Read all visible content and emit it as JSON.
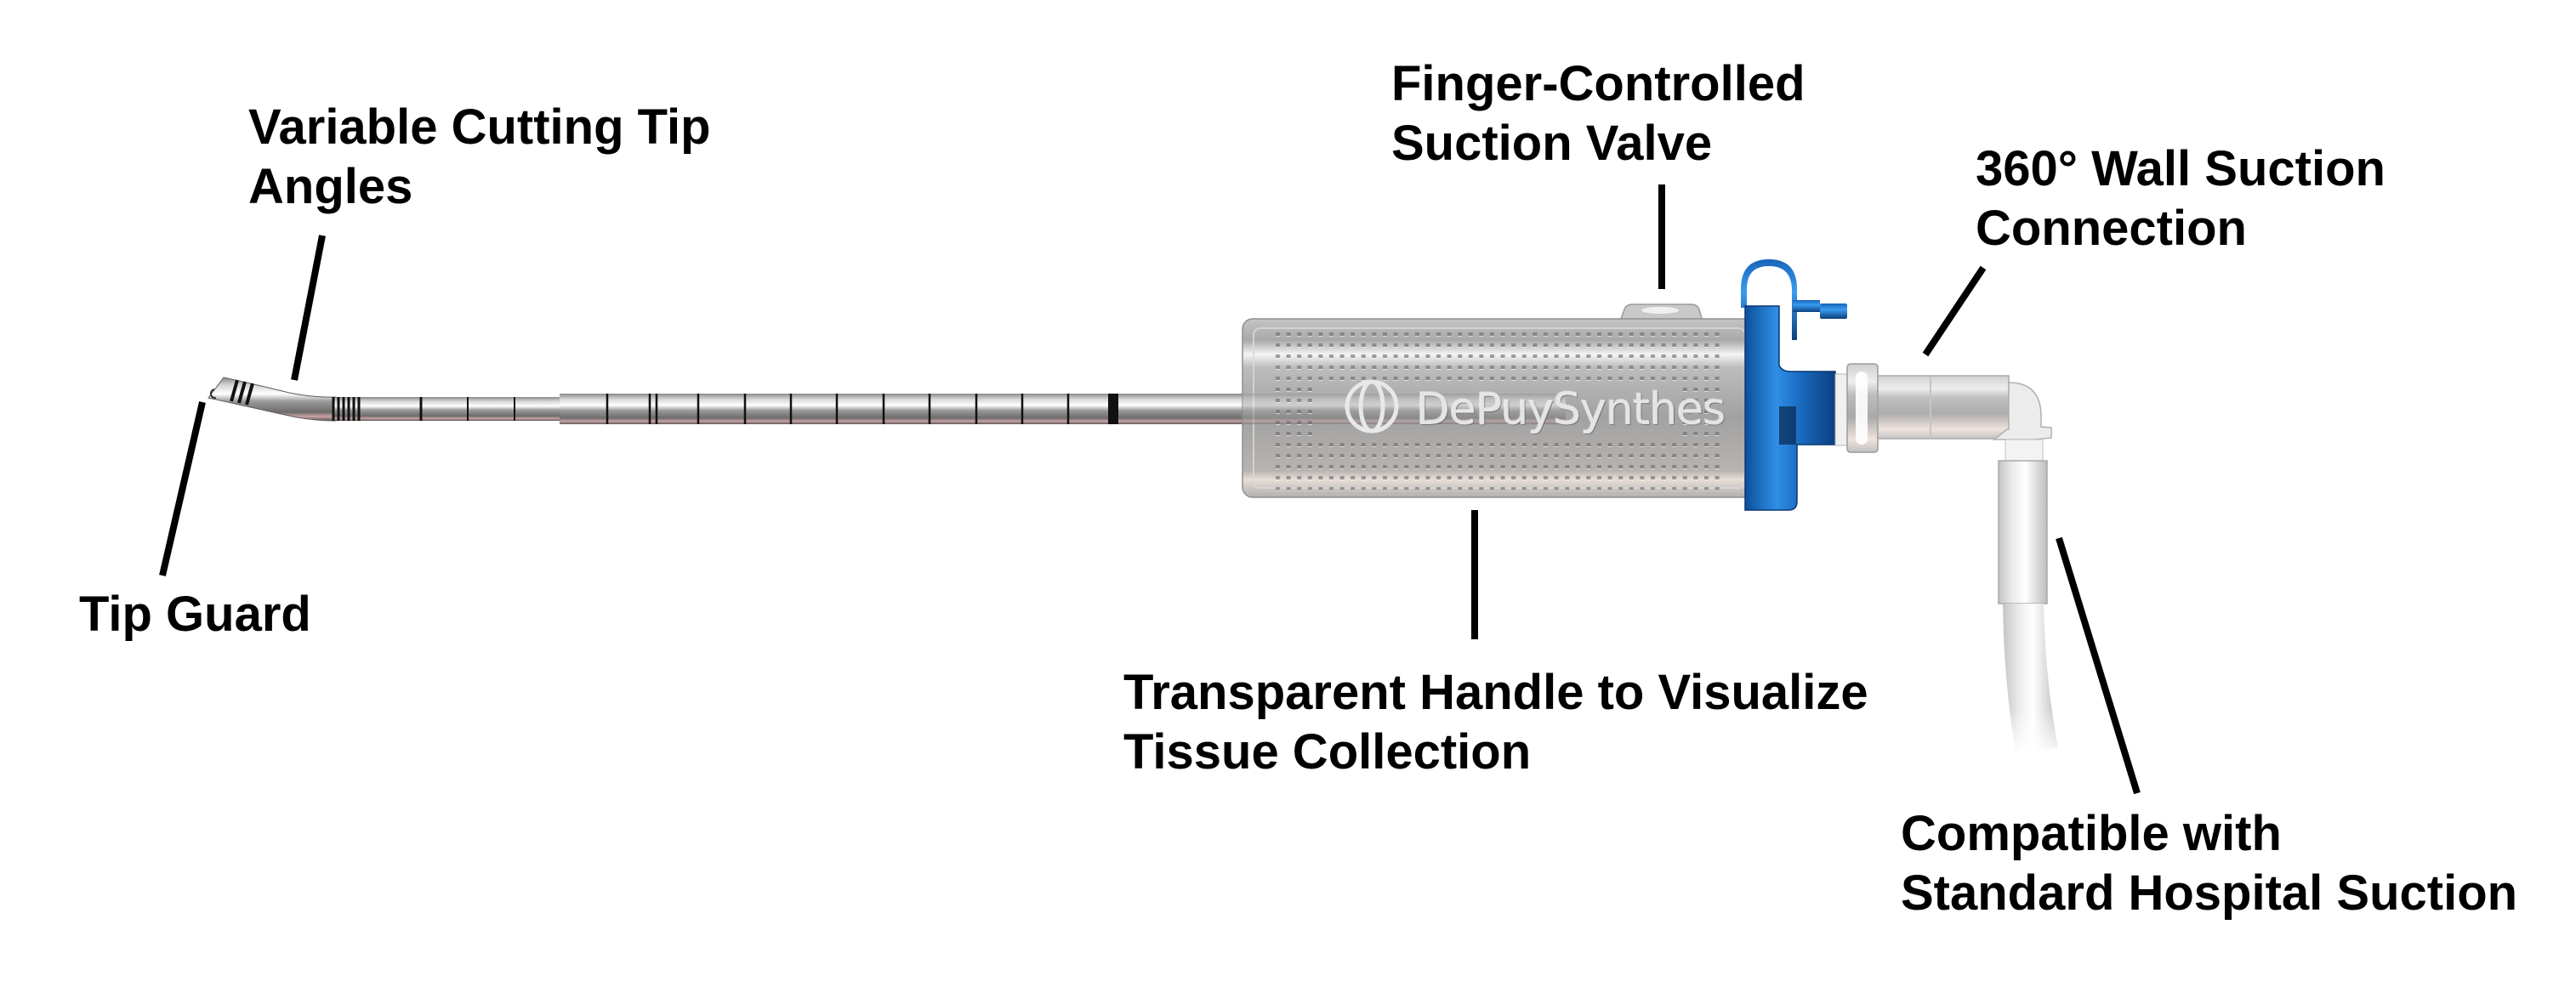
{
  "figure": {
    "subject": "Suction tissue shaver instrument",
    "brand_text": "DePuySynthes",
    "colors": {
      "background": "#ffffff",
      "label_text": "#000000",
      "leader_line": "#000000",
      "shaft_metal": "#a8a8a8",
      "shaft_highlight": "#ffffff",
      "shaft_shadow_tint": "#c9a3a6",
      "handle_body": "#b9b9b9",
      "end_cap_blue": "#1f6fc4",
      "connector_clear": "#d8d8d8",
      "tubing_white": "#e6e6e6"
    }
  },
  "callouts": [
    {
      "id": "tip-angles",
      "lines": [
        "Variable Cutting Tip",
        "Angles"
      ]
    },
    {
      "id": "tip-guard",
      "lines": [
        "Tip Guard"
      ]
    },
    {
      "id": "valve",
      "lines": [
        "Finger-Controlled",
        "Suction Valve"
      ]
    },
    {
      "id": "wall-suction",
      "lines": [
        "360° Wall Suction",
        "Connection"
      ]
    },
    {
      "id": "handle",
      "lines": [
        "Transparent Handle to Visualize",
        "Tissue Collection"
      ]
    },
    {
      "id": "compatible",
      "lines": [
        "Compatible with",
        "Standard Hospital Suction"
      ]
    }
  ]
}
